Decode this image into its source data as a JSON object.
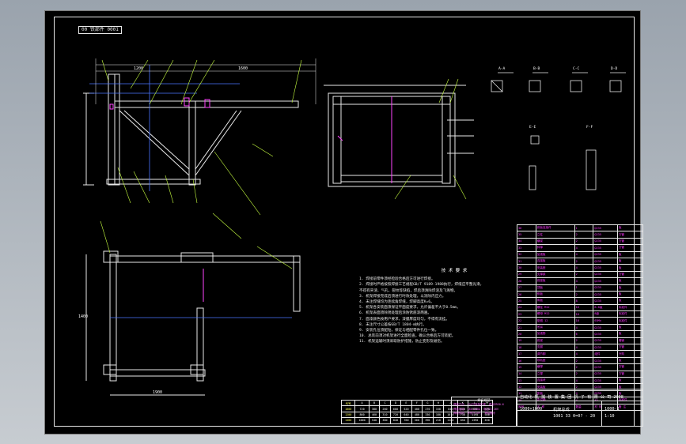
{
  "sheet": {
    "tag": "00 铁部件 0001",
    "title_block": {
      "company": "自动化 机 械 装 置 集 团 机 子 有 限 公 司-2008",
      "drawing_no": "1000×1000",
      "part_name": "机架总成",
      "ref_row": "1001 33 0=0? - 20",
      "code": "1000-1",
      "scale": "1:10"
    }
  },
  "notes": {
    "title": "技 术 要 求",
    "lines": [
      "1. 焊接前零件须经检验合格后方可进行焊接。",
      "2. 焊接时严格按照焊接工艺规程GB/T 9189-1988执行，焊缝应平整光滑，",
      "   不得有夹渣、气孔、裂纹等缺陷，焊后须清除焊渣及飞溅物。",
      "3. 机架焊接完成后须进行时效处理，以消除内应力。",
      "4. 未注焊缝均为连续角焊缝，焊脚高度K=6。",
      "5. 机架各安装面须保证平面度要求，允许偏差不大于0.5mm。",
      "6. 机架表面须除锈处理后涂防锈底漆两遍。",
      "7. 面漆颜色按用户要求，漆膜厚度均匀，不得有流挂。",
      "8. 未注尺寸公差按GB/T 1804-m执行。",
      "9. 安装孔位须配钻，保证与相配零件孔位一致。",
      "10. 总装前须对机架进行全面检查，确认合格后方可装配。",
      "11. 机架运输时须采取防护措施，防止变形及碰伤。"
    ]
  },
  "bom": {
    "rows": [
      "36 | 底板连接件 | 1 | Q235 | 板",
      "35 | 立柱 | 2 | Q235 | 方管",
      "34 | 横梁 | 2 | Q235 | 方管",
      "33 | 斜撑 | 4 | Q235 | 方管",
      "32 | 加强板 | 4 | Q235 | 板",
      "31 | 连接板 | 2 | Q235 | 板",
      "30 | 安装座 | 4 | Q235 | 板",
      "29 | 支撑梁 | 2 | Q235 | 方管",
      "28 | 底座板 | 4 | Q235 | 板",
      "27 | 顶板 | 1 | Q235 | 板",
      "26 | 侧板 | 2 | Q235 | 板",
      "25 | 角板 | 8 | Q235 | 板",
      "24 | 螺栓 M12 | 16 | 8.8级 | 标准件",
      "23 | 螺母 M12 | 16 | 8级 | 标准件",
      "22 | 垫圈 12 | 16 | 65Mn | 标准件",
      "21 | 吊耳 | 4 | Q235 | 板",
      "20 | 加强筋 | 6 | Q235 | 板",
      "19 | 底梁 | 2 | Q235 | 槽钢",
      "18 | 支腿 | 4 | Q235 | 方管",
      "17 | 调节脚 | 4 | 组件 | 外购",
      "16 | 导轨座 | 2 | Q235 | 板",
      "15 | 横撑 | 2 | Q235 | 方管",
      "14 | 立撑 | 2 | Q235 | 方管",
      "13 | 连接块 | 4 | Q235 | 板",
      "12 | 安装板 | 2 | Q235 | 板",
      "11 | 垫板 | 4 | Q235 | 板",
      "10 | 定位销 | 4 | 45 | 标准件",
      "序号 | 名 称 | 数量 | 材 料 | 备 注"
    ]
  },
  "mid_block": {
    "title": "焊接规范",
    "lines": [
      "焊接方法: CO2气体保护焊, 焊丝ER50-6",
      "焊接电流: 180-220A, 电压22-26V",
      "焊前预热: 不低于15℃, 焊后缓冷"
    ]
  },
  "dim_table": {
    "rows": [
      [
        "代号",
        "A",
        "B",
        "C",
        "D",
        "E",
        "F",
        "G",
        "H",
        "J",
        "K",
        "L",
        "M"
      ],
      [
        "1000",
        "720",
        "380",
        "260",
        "600",
        "520",
        "400",
        "270",
        "150",
        "840",
        "610",
        "990",
        "450"
      ],
      [
        "1200",
        "860",
        "460",
        "310",
        "720",
        "640",
        "480",
        "330",
        "180",
        "1010",
        "730",
        "1190",
        "540"
      ],
      [
        "1400",
        "1000",
        "540",
        "360",
        "840",
        "760",
        "560",
        "390",
        "210",
        "1180",
        "850",
        "1390",
        "630"
      ]
    ]
  },
  "section_labels": [
    "A-A",
    "B-B",
    "C-C",
    "D-D",
    "E-E",
    "F-F"
  ],
  "top_dims": [
    "1200",
    "1600"
  ],
  "bottom_dim": "1900",
  "side_dim": "1400"
}
